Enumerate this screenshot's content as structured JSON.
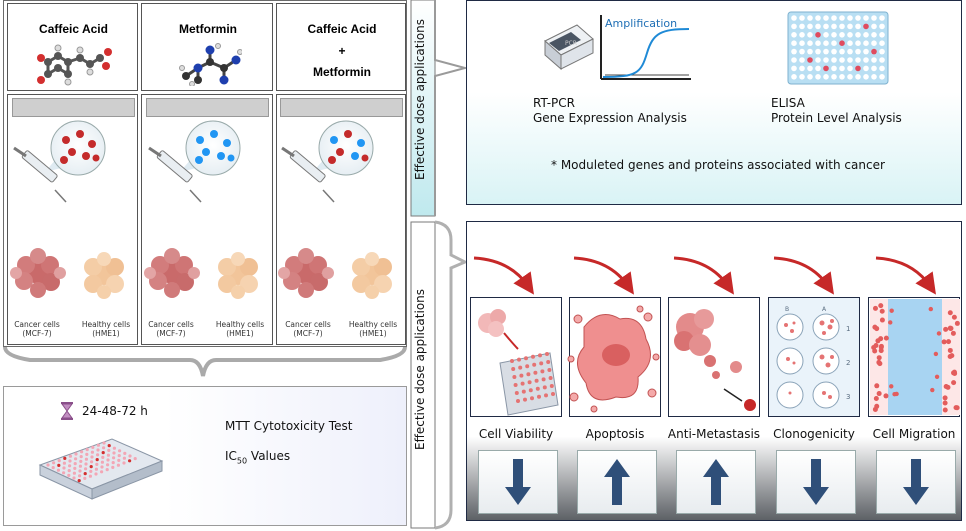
{
  "treatments": [
    {
      "name": "Caffeic Acid"
    },
    {
      "name": "Metformin"
    },
    {
      "name_line1": "Caffeic Acid",
      "name_plus": "+",
      "name_line2": "Metformin"
    }
  ],
  "cells": {
    "cancer_line1": "Cancer cells",
    "cancer_line2": "(MCF-7)",
    "healthy_line1": "Healthy cells",
    "healthy_line2": "(HME1)"
  },
  "side_labels": {
    "top": "Effective dose applications",
    "bottom": "Effective dose applications"
  },
  "mtt": {
    "time": "24-48-72 h",
    "test": "MTT Cytotoxicity Test",
    "ic_prefix": "IC",
    "ic_sub": "50",
    "ic_suffix": " Values"
  },
  "analysis": {
    "chart_label": "Amplification",
    "pcr_label": "PCR",
    "rtpcr_title": "RT-PCR",
    "rtpcr_sub": "Gene Expression Analysis",
    "elisa_title": "ELISA",
    "elisa_sub": "Protein Level Analysis",
    "note": "* Moduleted genes and proteins associated with cancer"
  },
  "assays": [
    {
      "label": "Cell Viability",
      "direction": "down"
    },
    {
      "label": "Apoptosis",
      "direction": "up"
    },
    {
      "label": "Anti-Metastasis",
      "direction": "up"
    },
    {
      "label": "Clonogenicity",
      "direction": "down"
    },
    {
      "label": "Cell Migration",
      "direction": "down"
    }
  ],
  "clonogenic_numbers": [
    "1",
    "2",
    "3"
  ],
  "clonogenic_letters": [
    "B",
    "A"
  ],
  "colors": {
    "border": "#6b6b6b",
    "dark_border": "#1f2a44",
    "cyan_fade": "#d9f3f5",
    "red_dot": "#c42b2b",
    "blue_dot": "#2196f3",
    "arrow_red": "#c62828",
    "arrow_blue": "#2f4f79"
  }
}
